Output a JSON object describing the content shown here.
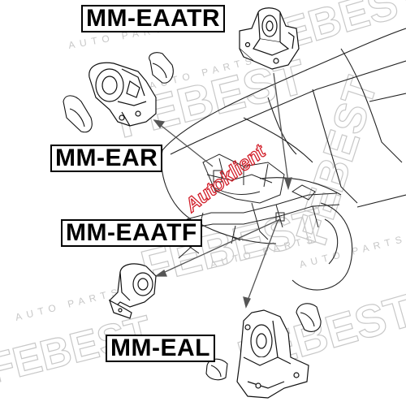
{
  "labels": {
    "eaatr": "MM-EAATR",
    "ear": "MM-EAR",
    "eaatf": "MM-EAATF",
    "eal": "MM-EAL"
  },
  "watermarks": {
    "brand": "FEBEST",
    "tagline": "AUTO PARTS",
    "overlay": "Autoklient"
  },
  "colors": {
    "ink": "#000000",
    "line": "#555555",
    "watermark": "#bdbdbd",
    "overlay": "#d21f2a",
    "background": "#ffffff"
  }
}
